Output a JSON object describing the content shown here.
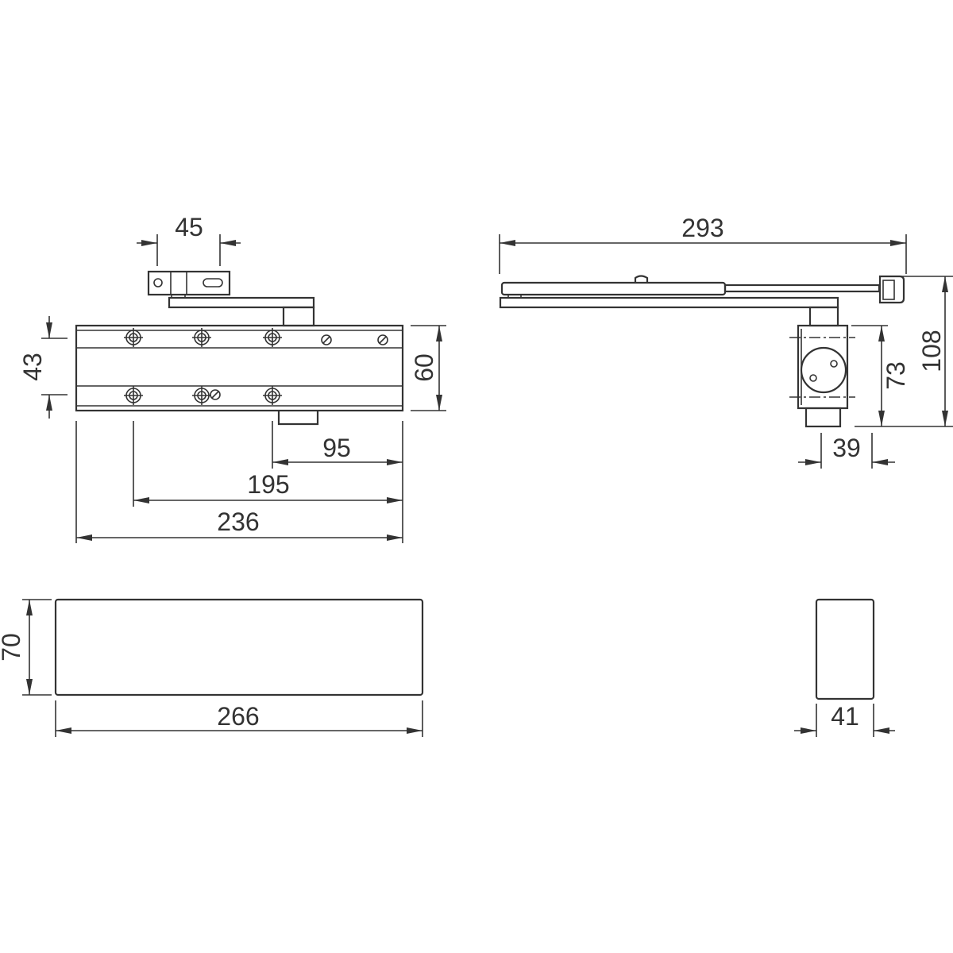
{
  "drawing": {
    "line_color": "#333333",
    "dimensions": {
      "bracket_width": "45",
      "body_hole_spacing": "43",
      "body_height": "60",
      "tab_offset": "95",
      "hole_spacing": "195",
      "body_length": "236",
      "arm_length": "293",
      "side_hole_spacing": "73",
      "total_depth": "108",
      "side_width": "39",
      "cover_height": "70",
      "cover_length": "266",
      "cover_depth": "41"
    }
  }
}
